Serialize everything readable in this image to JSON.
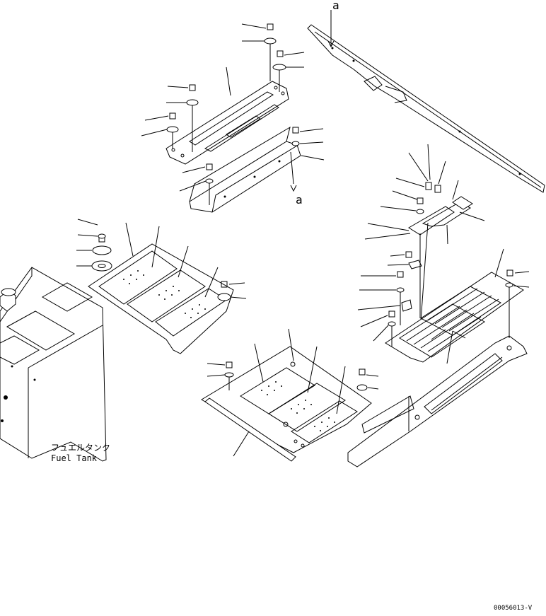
{
  "labels": {
    "view_a_top": "a",
    "view_a_bottom": "a",
    "fuel_tank_jp": "フュエルタンク",
    "fuel_tank_en": "Fuel Tank",
    "drawing_code": "00056013-V"
  }
}
